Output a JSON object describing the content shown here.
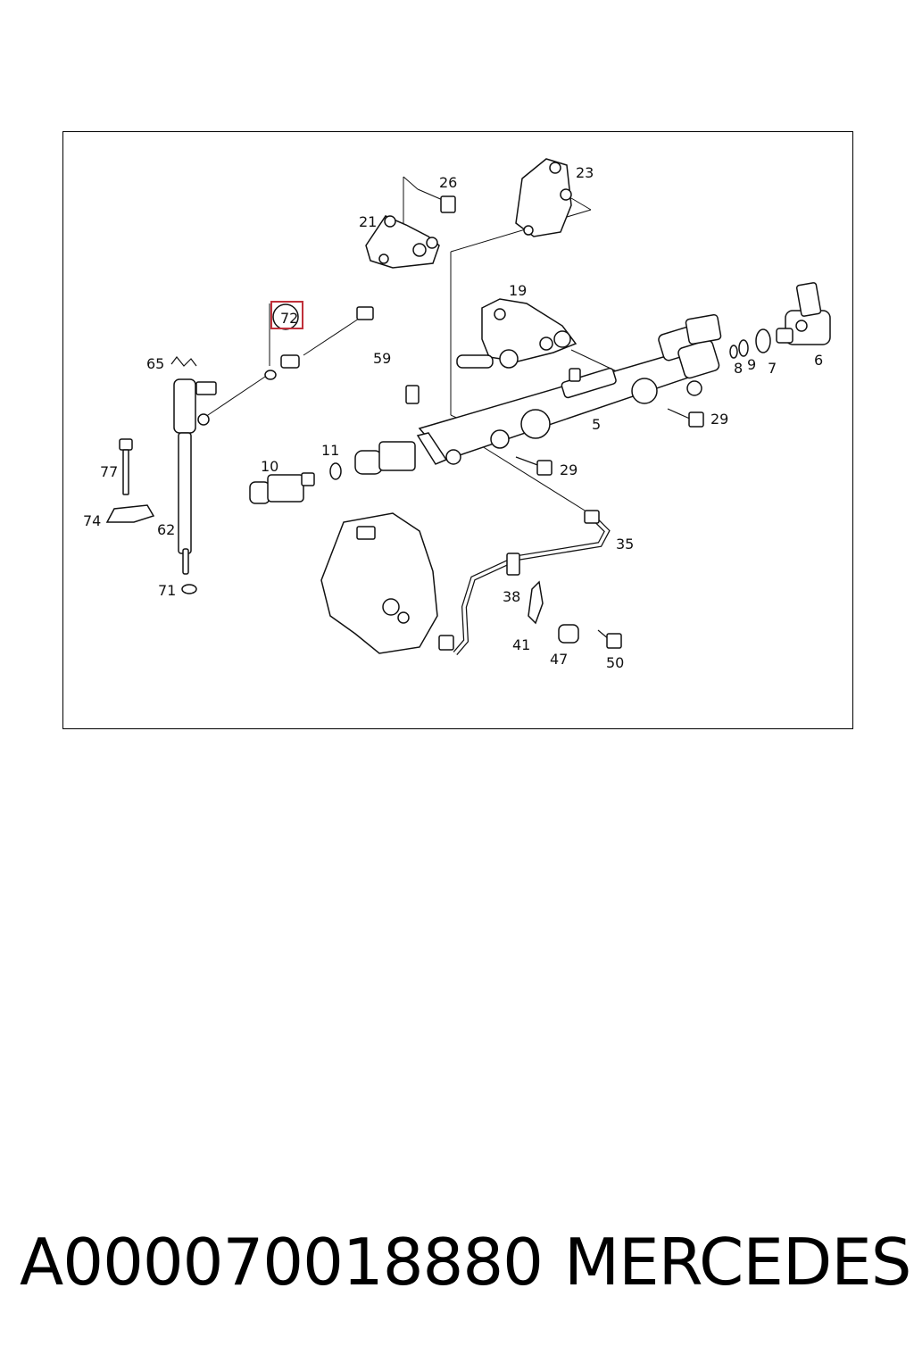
{
  "diagram": {
    "labels": {
      "l26": "26",
      "l23": "23",
      "l21": "21",
      "l19": "19",
      "l72": "72",
      "l59": "59",
      "l65": "65",
      "l6": "6",
      "l8": "8",
      "l9": "9",
      "l7": "7",
      "l5": "5",
      "l29a": "29",
      "l29b": "29",
      "l11": "11",
      "l10": "10",
      "l77": "77",
      "l74": "74",
      "l62": "62",
      "l35": "35",
      "l38": "38",
      "l71": "71",
      "l41": "41",
      "l47": "47",
      "l50": "50"
    },
    "highlighted_part": "72",
    "highlight_color": "#c0303a"
  },
  "footer": {
    "part_number": "A000070018880",
    "brand": "MERCEDES"
  }
}
